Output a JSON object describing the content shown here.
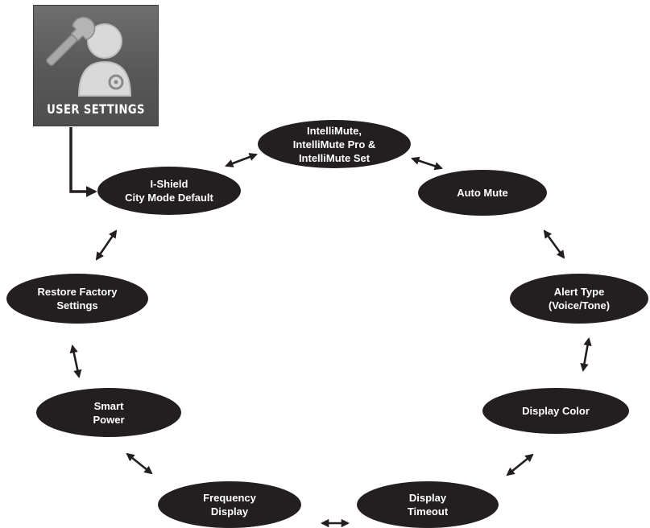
{
  "header_icon": {
    "label": "USER SETTINGS",
    "icon": "user-wrench-icon",
    "background": "#5e5e5e"
  },
  "menu_items": [
    {
      "lines": [
        "IntelliMute,",
        "IntelliMute Pro &",
        "IntelliMute Set"
      ]
    },
    {
      "lines": [
        "Auto Mute"
      ]
    },
    {
      "lines": [
        "Alert Type",
        "(Voice/Tone)"
      ]
    },
    {
      "lines": [
        "Display Color"
      ]
    },
    {
      "lines": [
        "Display",
        "Timeout"
      ]
    },
    {
      "lines": [
        "Frequency",
        "Display"
      ]
    },
    {
      "lines": [
        "Smart",
        "Power"
      ]
    },
    {
      "lines": [
        "Restore Factory",
        "Settings"
      ]
    },
    {
      "lines": [
        "I-Shield",
        "City Mode Default"
      ]
    }
  ],
  "colors": {
    "node_fill": "#231f20",
    "node_text": "#ffffff",
    "arrow": "#231f20"
  }
}
